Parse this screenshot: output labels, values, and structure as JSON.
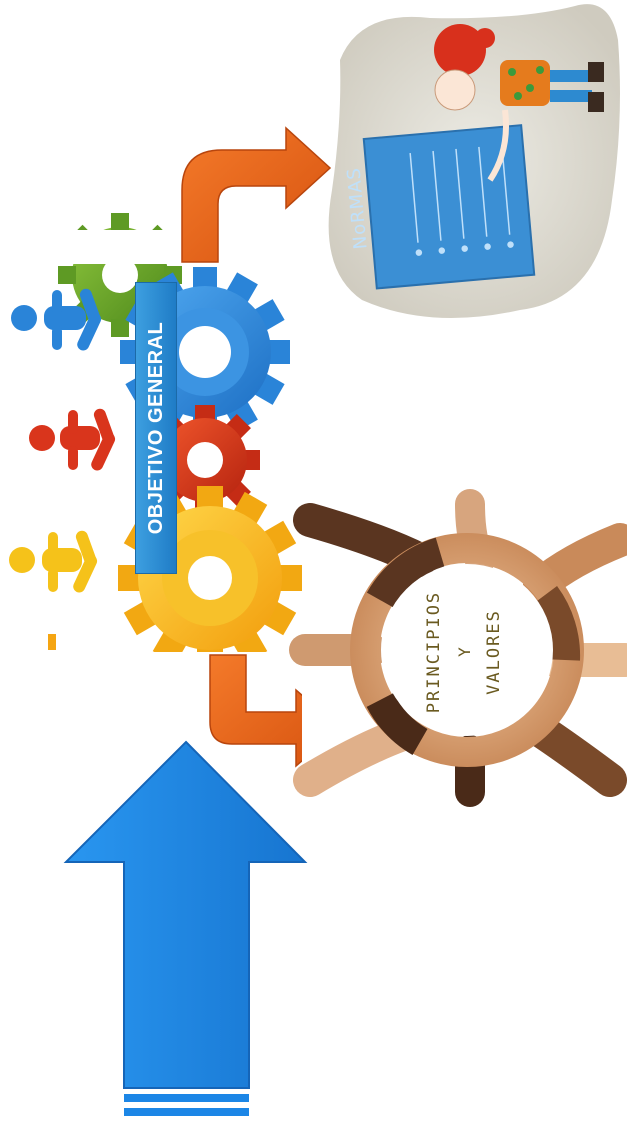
{
  "central_node": {
    "label": "OBJETIVO GENERAL"
  },
  "rules_node": {
    "label": "NoRMAS"
  },
  "values_node": {
    "label_line1": "PRINCIPIOS",
    "label_line2": "Y",
    "label_line3": "VALORES"
  },
  "colors": {
    "arrow_blue": "#1c86e6",
    "arrow_orange": "#e8641c",
    "label_blue": "#2b8ed6",
    "gear_yellow": "#f5b514",
    "gear_red": "#d9351c",
    "gear_blue": "#2a84d8",
    "gear_green": "#6aa82a",
    "board_blue": "#3b8fd4",
    "blob_beige": "#dcd9cf"
  }
}
